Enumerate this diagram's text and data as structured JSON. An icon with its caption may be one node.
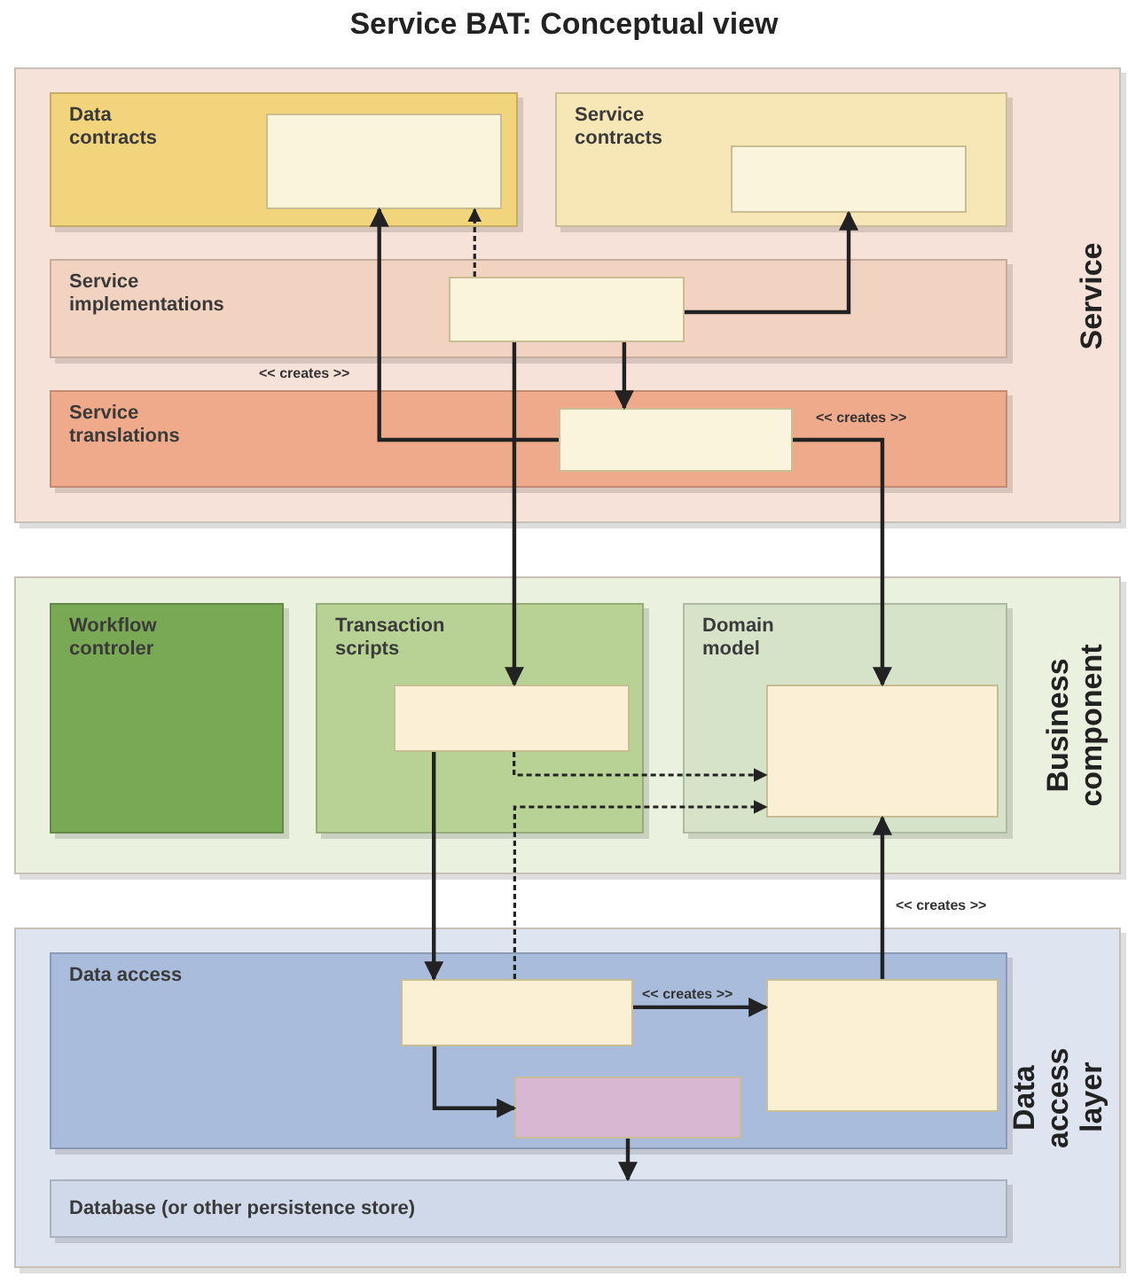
{
  "diagram": {
    "title": "Service BAT: Conceptual view",
    "nodes": [
      {
        "text": [
          "Service"
        ]
      },
      {
        "text": [
          "Data contracts"
        ],
        "in": 0
      },
      {
        "text": [],
        "shape": "box",
        "in": 1
      },
      {
        "text": [
          "Service contracts"
        ],
        "in": 0
      },
      {
        "text": [],
        "shape": "box",
        "in": 3
      },
      {
        "text": [
          "Service implementations"
        ],
        "in": 0
      },
      {
        "text": [],
        "shape": "box",
        "in": 5
      },
      {
        "text": [
          "Service translations"
        ],
        "in": 0
      },
      {
        "text": [],
        "shape": "box",
        "in": 7
      },
      {
        "text": [
          "Business component"
        ]
      },
      {
        "text": [
          "Workflow controler"
        ],
        "in": 9
      },
      {
        "text": [
          "Transaction scripts"
        ],
        "in": 9
      },
      {
        "text": [],
        "shape": "box",
        "in": 11
      },
      {
        "text": [
          "Domain model"
        ],
        "in": 9
      },
      {
        "text": [],
        "shape": "box",
        "in": 13
      },
      {
        "text": [
          "Data access layer"
        ]
      },
      {
        "text": [
          "Data access"
        ],
        "in": 15
      },
      {
        "text": [],
        "shape": "box",
        "in": 16
      },
      {
        "text": [],
        "shape": "box",
        "in": 16
      },
      {
        "text": [],
        "shape": "box",
        "in": 16
      },
      {
        "text": [
          "Database (or other persistence store)"
        ],
        "in": 15
      }
    ],
    "edges": [
      {
        "from": 8,
        "to": 2,
        "arrow": "to",
        "label": "<< creates >>"
      },
      {
        "from": 6,
        "to": 2,
        "arrow": "to",
        "style": "dashed"
      },
      {
        "from": 6,
        "to": 4,
        "arrow": "to"
      },
      {
        "from": 6,
        "to": 8,
        "arrow": "to"
      },
      {
        "from": 6,
        "to": 12,
        "arrow": "to"
      },
      {
        "from": 8,
        "to": 14,
        "arrow": "to",
        "label": "<< creates >>"
      },
      {
        "from": 12,
        "to": 14,
        "arrow": "to",
        "style": "dashed"
      },
      {
        "from": 17,
        "to": 14,
        "arrow": "to",
        "style": "dashed"
      },
      {
        "from": 12,
        "to": 17,
        "arrow": "to"
      },
      {
        "from": 17,
        "to": 18,
        "arrow": "to",
        "label": "<< creates >>"
      },
      {
        "from": 18,
        "to": 14,
        "arrow": "to",
        "label": "<< creates >>"
      },
      {
        "from": 17,
        "to": 19,
        "arrow": "to"
      },
      {
        "from": 19,
        "to": 20,
        "arrow": "to"
      }
    ]
  }
}
